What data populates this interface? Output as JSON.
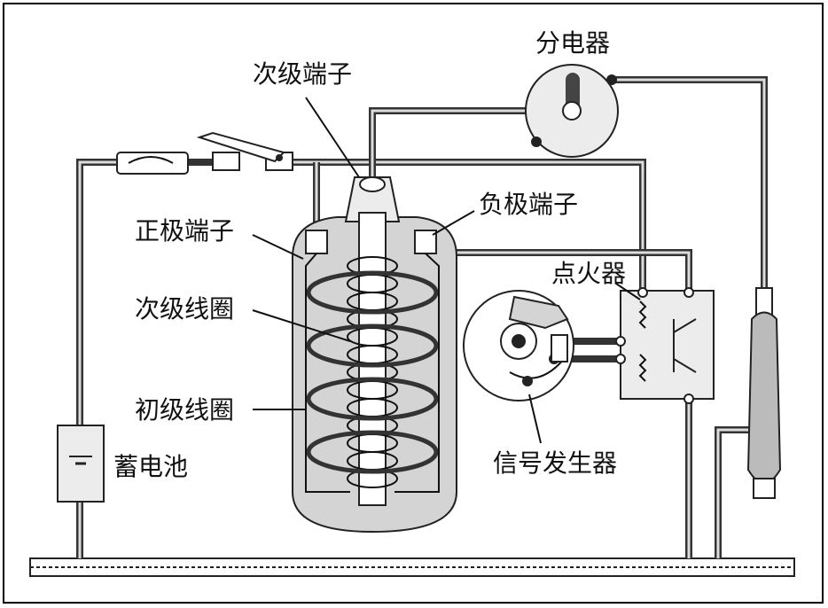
{
  "labels": {
    "distributor": "分电器",
    "secondary_terminal": "次级端子",
    "negative_terminal": "负极端子",
    "positive_terminal": "正极端子",
    "igniter": "点火器",
    "secondary_coil": "次级线圈",
    "primary_coil": "初级线圈",
    "battery": "蓄电池",
    "signal_generator": "信号发生器"
  }
}
